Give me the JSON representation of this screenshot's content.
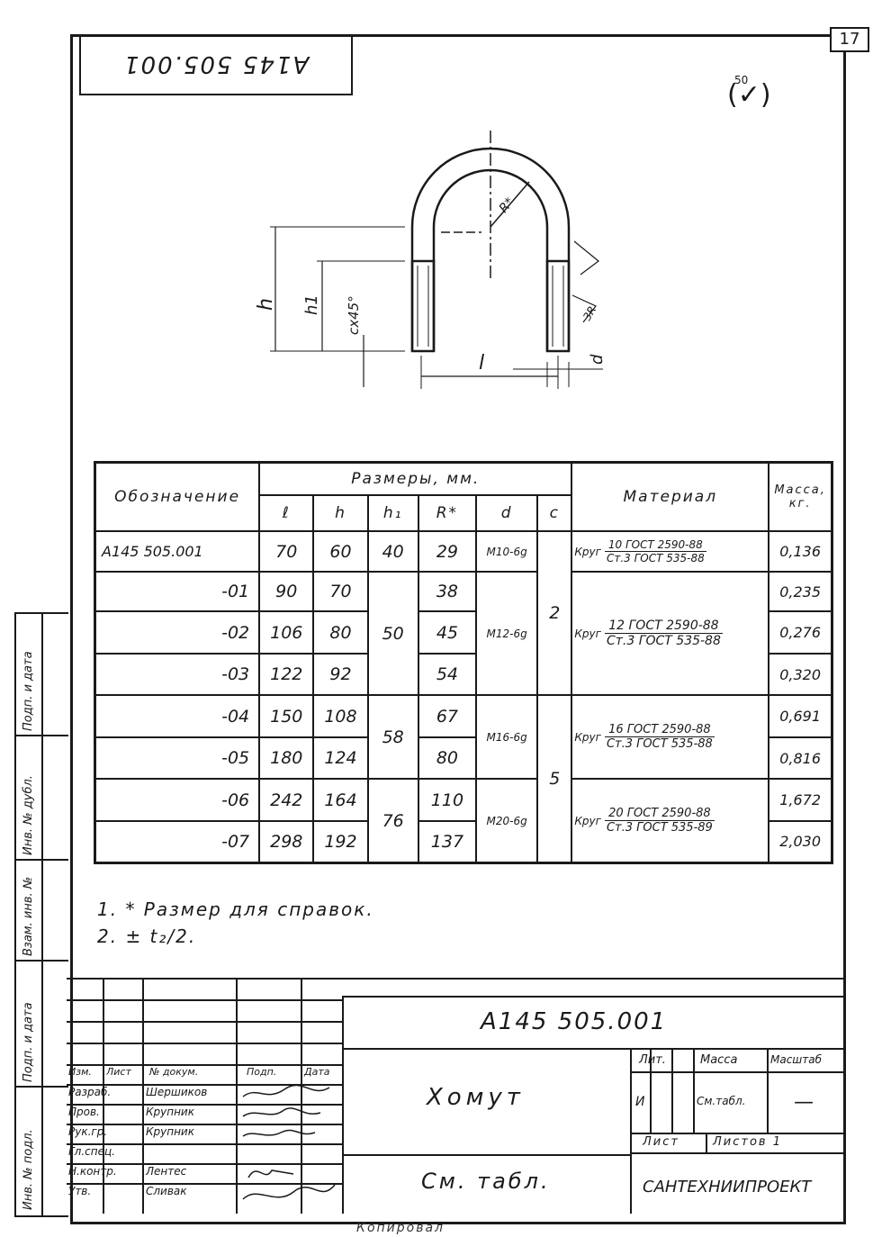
{
  "sheet_number": "17",
  "top_code_mirrored": "А145 505.001",
  "roughness": {
    "value": "50",
    "symbol": "(✓)"
  },
  "drawing_labels": {
    "h": "h",
    "h1": "h1",
    "chamfer": "cx45°",
    "R": "R*",
    "l": "l",
    "d": "d",
    "r": "3R"
  },
  "table": {
    "headers": {
      "designation": "Обозначение",
      "sizes": "Размеры, мм.",
      "l": "ℓ",
      "h": "h",
      "h1": "h₁",
      "R": "R*",
      "d": "d",
      "c": "c",
      "material": "Материал",
      "mass": "Масса, кг."
    },
    "rows": [
      {
        "des": "А145 505.001",
        "l": "70",
        "h": "60",
        "mass": "0,136"
      },
      {
        "des": "-01",
        "l": "90",
        "h": "70",
        "mass": "0,235"
      },
      {
        "des": "-02",
        "l": "106",
        "h": "80",
        "mass": "0,276"
      },
      {
        "des": "-03",
        "l": "122",
        "h": "92",
        "mass": "0,320"
      },
      {
        "des": "-04",
        "l": "150",
        "h": "108",
        "mass": "0,691"
      },
      {
        "des": "-05",
        "l": "180",
        "h": "124",
        "mass": "0,816"
      },
      {
        "des": "-06",
        "l": "242",
        "h": "164",
        "mass": "1,672"
      },
      {
        "des": "-07",
        "l": "298",
        "h": "192",
        "mass": "2,030"
      }
    ],
    "h1_groups": [
      "40",
      "50",
      "58",
      "76"
    ],
    "R_values": [
      "29",
      "38",
      "45",
      "54",
      "67",
      "80",
      "110",
      "137"
    ],
    "d_groups": [
      "М10-6g",
      "М12-6g",
      "М16-6g",
      "М20-6g"
    ],
    "c_groups": [
      "2",
      "5"
    ],
    "materials": [
      {
        "prefix": "Круг",
        "num": "10 ГОСТ 2590-88",
        "den": "Ст.3 ГОСТ 535-88"
      },
      {
        "prefix": "Круг",
        "num": "12 ГОСТ 2590-88",
        "den": "Ст.3 ГОСТ 535-88"
      },
      {
        "prefix": "Круг",
        "num": "16 ГОСТ 2590-88",
        "den": "Ст.3 ГОСТ 535-88"
      },
      {
        "prefix": "Круг",
        "num": "20 ГОСТ 2590-88",
        "den": "Ст.3 ГОСТ 535-89"
      }
    ]
  },
  "notes": {
    "note1": "1. * Размер для справок.",
    "note2": "2. ± t₂/2."
  },
  "left_strip": {
    "a": "Подп. и дата",
    "b": "Инв. № дубл.",
    "c": "Взам. инв. №",
    "d": "Подп. и дата",
    "e": "Инв. № подл."
  },
  "stamp": {
    "code": "А145 505.001",
    "name": "Хомут",
    "material": "См. табл.",
    "organization": "САНТЕХНИИПРОЕКТ",
    "lit_label": "Лит.",
    "mass_label": "Масса",
    "scale_label": "Масштаб",
    "lit_value": "И",
    "mass_value": "См.табл.",
    "scale_value": "—",
    "sheet_label": "Лист",
    "sheets_label": "Листов 1",
    "header_row": [
      "Изм.",
      "Лист",
      "№ докум.",
      "Подп.",
      "Дата"
    ],
    "roles": [
      {
        "role": "Разраб.",
        "name": "Шершиков"
      },
      {
        "role": "Пров.",
        "name": "Крупник"
      },
      {
        "role": "Рук.гр.",
        "name": "Крупник"
      },
      {
        "role": "Гл.спец.",
        "name": ""
      },
      {
        "role": "Н.контр.",
        "name": "Лентес"
      },
      {
        "role": "Утв.",
        "name": "Сливак"
      }
    ]
  },
  "bottom_cut": "Копировал"
}
